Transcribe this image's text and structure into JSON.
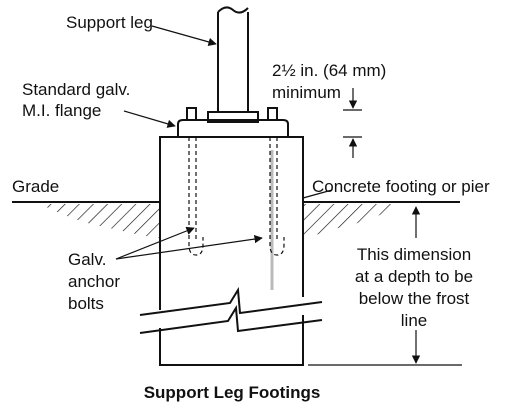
{
  "labels": {
    "support_leg": "Support leg",
    "flange_line1": "Standard galv.",
    "flange_line2": "M.I. flange",
    "min_line1": "2½ in. (64 mm)",
    "min_line2": "minimum",
    "grade": "Grade",
    "footing": "Concrete footing or pier",
    "bolts_line1": "Galv.",
    "bolts_line2": "anchor",
    "bolts_line3": "bolts",
    "dim_line1": "This dimension",
    "dim_line2": "at a depth to be",
    "dim_line3": "below the frost",
    "dim_line4": "line"
  },
  "caption": "Support Leg Footings"
}
